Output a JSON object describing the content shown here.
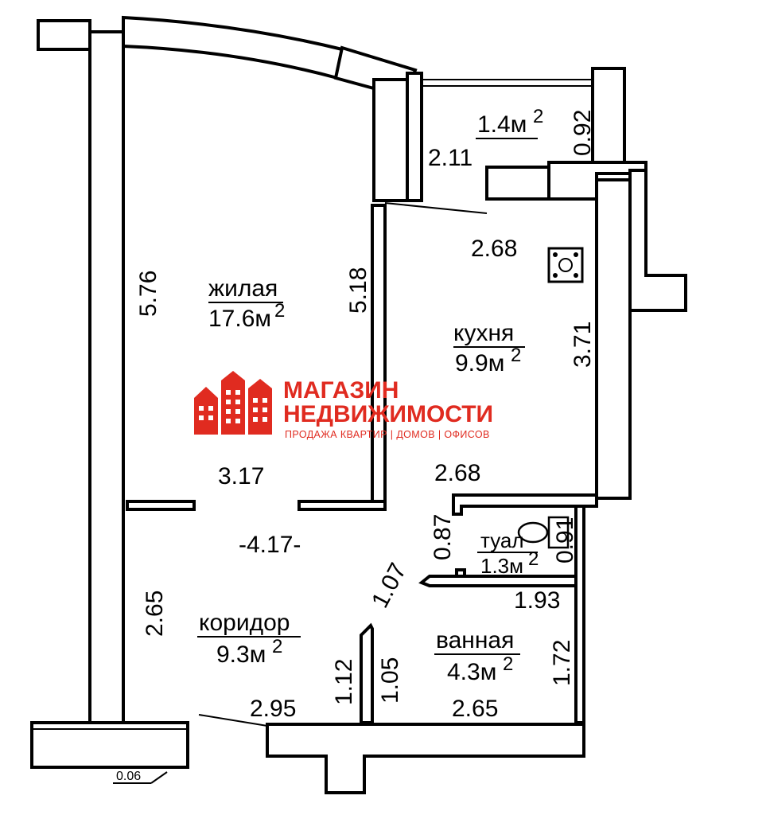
{
  "rooms": {
    "living": {
      "name": "жилая",
      "area": "17.6м",
      "unit_sup": "2"
    },
    "kitchen": {
      "name": "кухня",
      "area": "9.9м",
      "unit_sup": "2"
    },
    "balcony": {
      "area": "1.4м",
      "unit_sup": "2"
    },
    "toilet": {
      "name": "туал",
      "area": "1.3м",
      "unit_sup": "2"
    },
    "bathroom": {
      "name": "ванная",
      "area": "4.3м",
      "unit_sup": "2"
    },
    "corridor": {
      "name": "коридор",
      "area": "9.3м",
      "unit_sup": "2"
    }
  },
  "dimensions": {
    "living_height": "5.76",
    "living_inner_height": "5.18",
    "living_width": "3.17",
    "corridor_width": "-4.17-",
    "corridor_height": "2.65",
    "corridor_bottom": "2.95",
    "kitchen_top": "2.68",
    "kitchen_bottom": "2.68",
    "kitchen_height": "3.71",
    "balcony_height": "0.92",
    "balcony_width": "2.11",
    "toilet_width": "0.87",
    "toilet_height": "0.91",
    "door_diag": "1.07",
    "bath_width_top": "1.93",
    "bath_height": "1.72",
    "bath_width_bottom": "2.65",
    "wall_left": "1.12",
    "wall_right": "1.05",
    "corner_mark": "0.06"
  },
  "brand": {
    "name_line1": "МАГАЗИН",
    "name_line2": "НЕДВИЖИМОСТИ",
    "tagline": "ПРОДАЖА КВАРТИР | ДОМОВ | ОФИСОВ",
    "color": "#e02b20"
  },
  "icons": {
    "stove": "stove-icon",
    "toilet": "toilet-icon",
    "logo": "building-logo-icon"
  }
}
